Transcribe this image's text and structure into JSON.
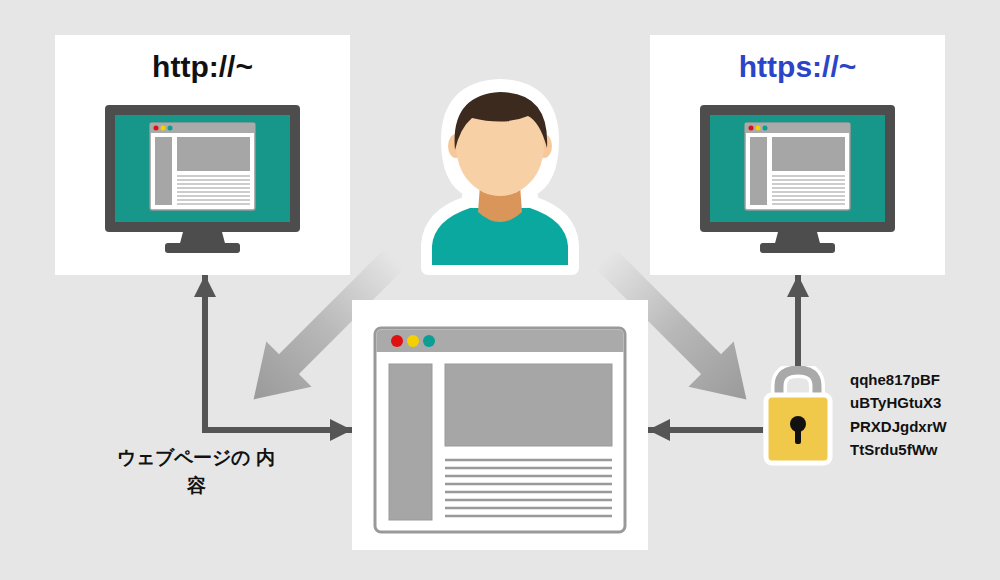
{
  "diagram": {
    "nodes": [
      {
        "text": [
          "http://~"
        ]
      },
      {
        "text": [
          "https://~"
        ]
      },
      {
        "text": [
          "ウェブページの 内容"
        ]
      },
      {
        "text": [
          "qqhe817pBF uBTyHGtuX3 PRXDJgdxrW TtSrdu5fWw"
        ]
      }
    ],
    "edges": [
      {
        "from": 2,
        "to": 0,
        "arrow": "both"
      },
      {
        "from": 3,
        "to": 1,
        "arrow": "to"
      },
      {
        "from": 3,
        "to": 2,
        "arrow": "to"
      }
    ]
  }
}
